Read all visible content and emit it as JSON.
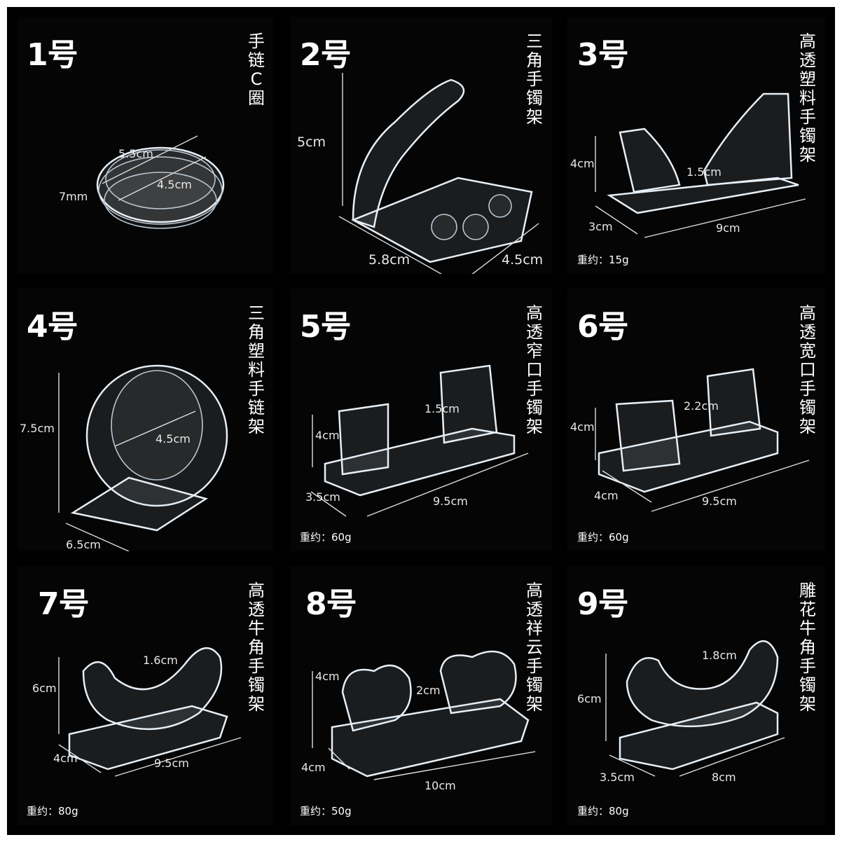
{
  "panels": [
    {
      "num": "1号",
      "title": "手链C圈",
      "dims": [
        "5.5cm",
        "4.5cm",
        "7mm"
      ],
      "weight": ""
    },
    {
      "num": "2号",
      "title": "三角手镯架",
      "dims": [
        "5cm",
        "5.8cm",
        "4.5cm"
      ],
      "weight": ""
    },
    {
      "num": "3号",
      "title": "高透塑料手镯架",
      "dims": [
        "4cm",
        "1.5cm",
        "3cm",
        "9cm"
      ],
      "weight": "重约：15g"
    },
    {
      "num": "4号",
      "title": "三角塑料手链架",
      "dims": [
        "7.5cm",
        "4.5cm",
        "6.5cm"
      ],
      "weight": ""
    },
    {
      "num": "5号",
      "title": "高透窄口手镯架",
      "dims": [
        "1.5cm",
        "4cm",
        "3.5cm",
        "9.5cm"
      ],
      "weight": "重约：60g"
    },
    {
      "num": "6号",
      "title": "高透宽口手镯架",
      "dims": [
        "2.2cm",
        "4cm",
        "4cm",
        "9.5cm"
      ],
      "weight": "重约：60g"
    },
    {
      "num": "7号",
      "title": "高透牛角手镯架",
      "dims": [
        "1.6cm",
        "6cm",
        "4cm",
        "9.5cm"
      ],
      "weight": "重约：80g"
    },
    {
      "num": "8号",
      "title": "高透祥云手镯架",
      "dims": [
        "4cm",
        "2cm",
        "4cm",
        "10cm"
      ],
      "weight": "重约：50g"
    },
    {
      "num": "9号",
      "title": "雕花牛角手镯架",
      "dims": [
        "1.8cm",
        "6cm",
        "3.5cm",
        "8cm"
      ],
      "weight": "重约：80g"
    }
  ]
}
